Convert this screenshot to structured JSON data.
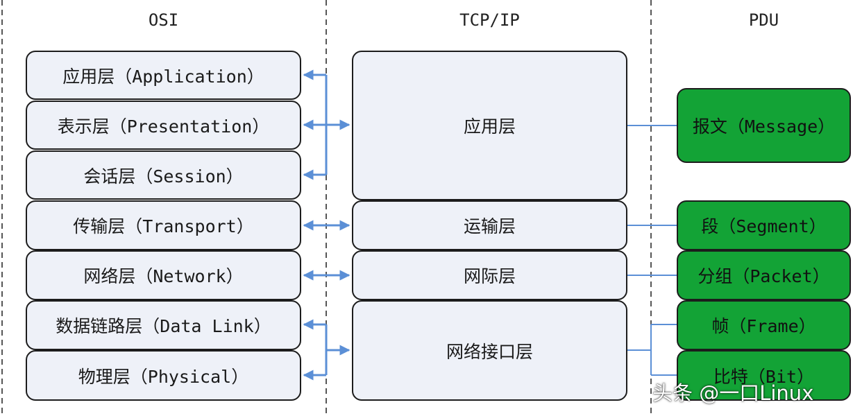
{
  "columns": {
    "osi": "OSI",
    "tcpip": "TCP/IP",
    "pdu": "PDU"
  },
  "osi_layers": [
    "应用层（Application）",
    "表示层（Presentation）",
    "会话层（Session）",
    "传输层（Transport）",
    "网络层（Network）",
    "数据链路层（Data Link）",
    "物理层（Physical）"
  ],
  "tcpip_layers": [
    "应用层",
    "运输层",
    "网际层",
    "网络接口层"
  ],
  "pdu_units": [
    "报文（Message）",
    "段（Segment）",
    "分组（Packet）",
    "帧（Frame）",
    "比特（Bit）"
  ],
  "watermark": "头条 @一口Linux",
  "colors": {
    "pdu_fill": "#13a336",
    "box_fill": "#eef1f8",
    "arrow": "#5b8fd6",
    "divider": "#555555"
  }
}
